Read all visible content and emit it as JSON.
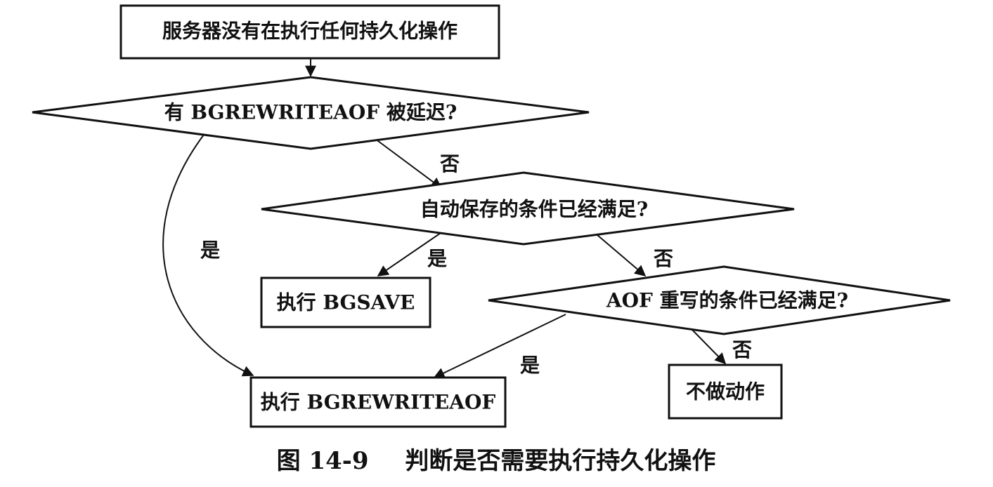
{
  "nodes": {
    "start": {
      "label": "服务器没有在执行任何持久化操作"
    },
    "check_bgrewriteaof_delayed": {
      "label": "有 BGREWRITEAOF 被延迟?"
    },
    "check_autosave": {
      "label": "自动保存的条件已经满足?"
    },
    "do_bgsave": {
      "label": "执行 BGSAVE"
    },
    "check_aof_rewrite": {
      "label": "AOF 重写的条件已经满足?"
    },
    "do_bgrewriteaof": {
      "label": "执行 BGREWRITEAOF"
    },
    "no_action": {
      "label": "不做动作"
    }
  },
  "edges": {
    "delayed_yes": {
      "label": "是"
    },
    "delayed_no": {
      "label": "否"
    },
    "autosave_yes": {
      "label": "是"
    },
    "autosave_no": {
      "label": "否"
    },
    "aof_yes": {
      "label": "是"
    },
    "aof_no": {
      "label": "否"
    }
  },
  "caption": {
    "figure_number": "图 14-9",
    "title": "判断是否需要执行持久化操作"
  },
  "colors": {
    "line": "#111111",
    "background": "#ffffff"
  }
}
